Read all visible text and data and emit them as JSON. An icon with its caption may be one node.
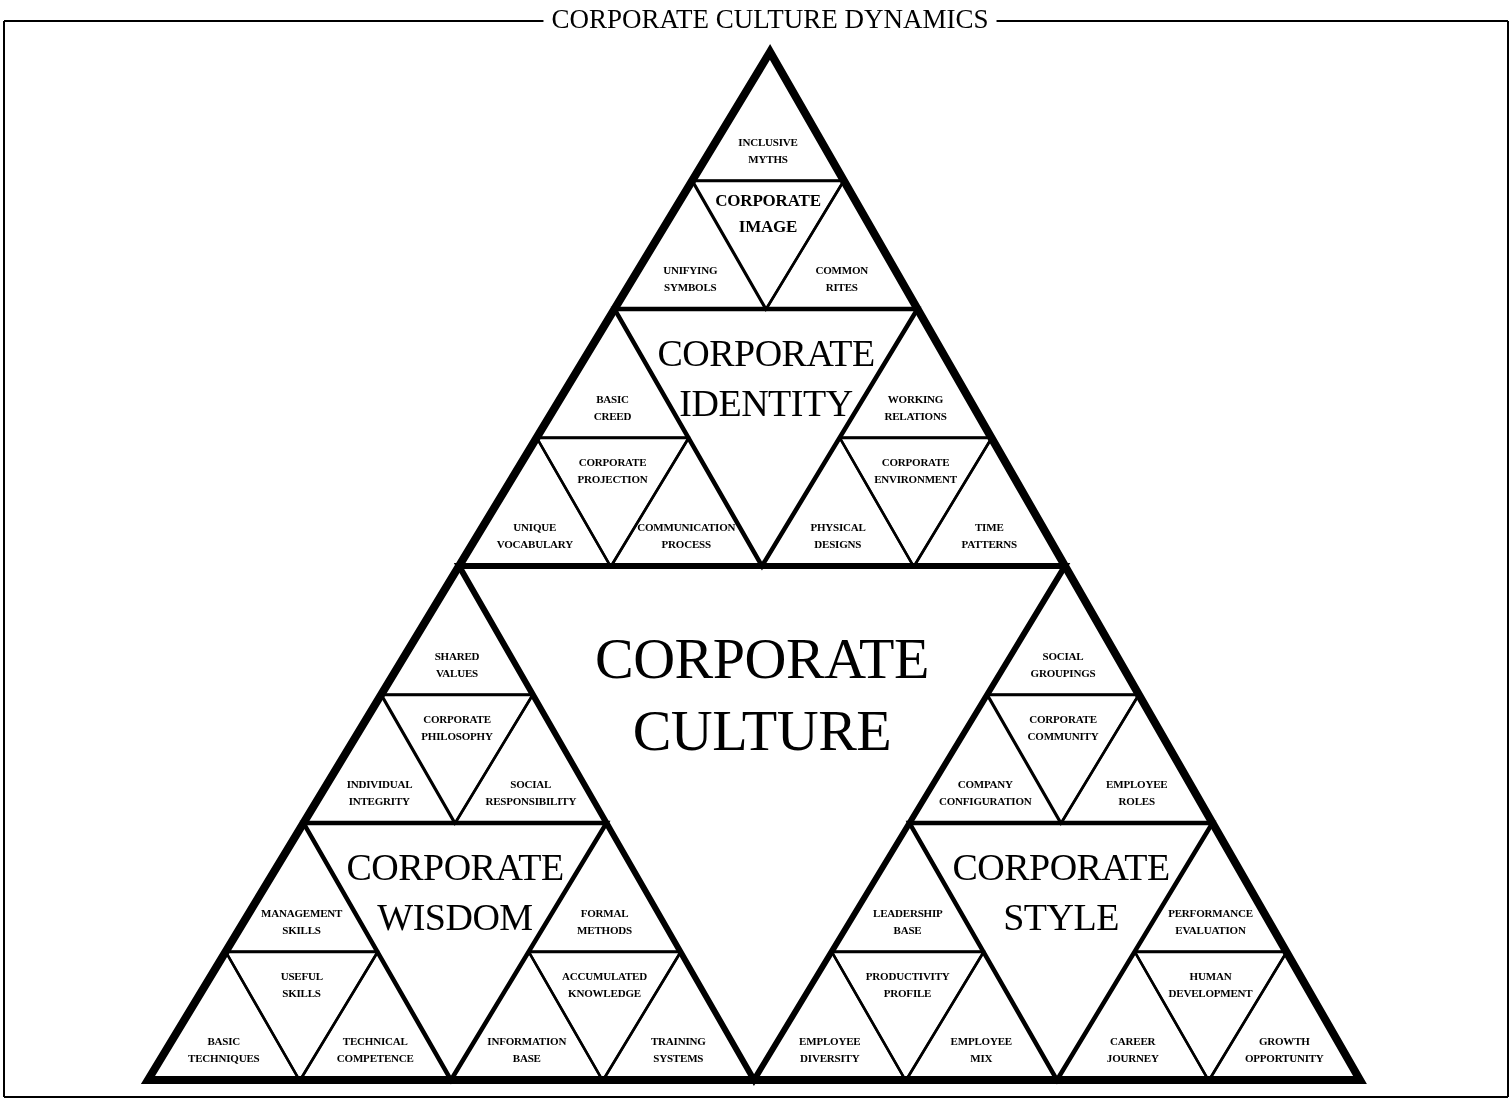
{
  "diagram": {
    "title": "CORPORATE CULTURE DYNAMICS",
    "nodes": [
      {
        "text": [
          "INCLUSIVE MYTHS"
        ]
      },
      {
        "text": [
          "CORPORATE IMAGE"
        ]
      },
      {
        "text": [
          "UNIFYING SYMBOLS"
        ]
      },
      {
        "text": [
          "COMMON RITES"
        ]
      },
      {
        "text": [
          "CORPORATE IDENTITY"
        ]
      },
      {
        "text": [
          "BASIC CREED"
        ]
      },
      {
        "text": [
          "WORKING RELATIONS"
        ]
      },
      {
        "text": [
          "CORPORATE PROJECTION"
        ]
      },
      {
        "text": [
          "CORPORATE ENVIRONMENT"
        ]
      },
      {
        "text": [
          "UNIQUE VOCABULARY"
        ]
      },
      {
        "text": [
          "COMMUNICATION PROCESS"
        ]
      },
      {
        "text": [
          "PHYSICAL DESIGNS"
        ]
      },
      {
        "text": [
          "TIME PATTERNS"
        ]
      },
      {
        "text": [
          "CORPORATE CULTURE"
        ]
      },
      {
        "text": [
          "SHARED VALUES"
        ]
      },
      {
        "text": [
          "CORPORATE PHILOSOPHY"
        ]
      },
      {
        "text": [
          "INDIVIDUAL INTEGRITY"
        ]
      },
      {
        "text": [
          "SOCIAL RESPONSIBILITY"
        ]
      },
      {
        "text": [
          "CORPORATE WISDOM"
        ]
      },
      {
        "text": [
          "MANAGEMENT SKILLS"
        ]
      },
      {
        "text": [
          "FORMAL METHODS"
        ]
      },
      {
        "text": [
          "USEFUL SKILLS"
        ]
      },
      {
        "text": [
          "ACCUMULATED KNOWLEDGE"
        ]
      },
      {
        "text": [
          "BASIC TECHNIQUES"
        ]
      },
      {
        "text": [
          "TECHNICAL COMPETENCE"
        ]
      },
      {
        "text": [
          "INFORMATION BASE"
        ]
      },
      {
        "text": [
          "TRAINING SYSTEMS"
        ]
      },
      {
        "text": [
          "SOCIAL GROUPINGS"
        ]
      },
      {
        "text": [
          "CORPORATE COMMUNITY"
        ]
      },
      {
        "text": [
          "COMPANY CONFIGURATION"
        ]
      },
      {
        "text": [
          "EMPLOYEE ROLES"
        ]
      },
      {
        "text": [
          "CORPORATE STYLE"
        ]
      },
      {
        "text": [
          "LEADERSHIP BASE"
        ]
      },
      {
        "text": [
          "PERFORMANCE EVALUATION"
        ]
      },
      {
        "text": [
          "PRODUCTIVITY PROFILE"
        ]
      },
      {
        "text": [
          "HUMAN DEVELOPMENT"
        ]
      },
      {
        "text": [
          "EMPLOYEE DIVERSITY"
        ]
      },
      {
        "text": [
          "EMPLOYEE MIX"
        ]
      },
      {
        "text": [
          "CAREER JOURNEY"
        ]
      },
      {
        "text": [
          "GROWTH OPPORTUNITY"
        ]
      }
    ]
  }
}
